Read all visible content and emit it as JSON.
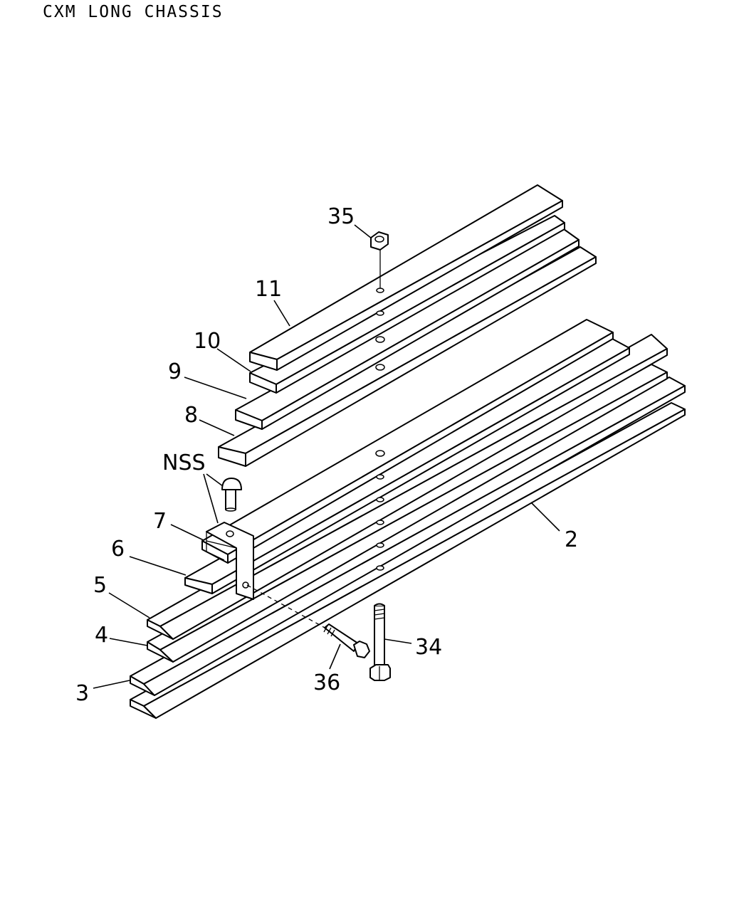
{
  "title": "CXM LONG CHASSIS",
  "callouts": {
    "c35": "35",
    "c11": "11",
    "c10": "10",
    "c9": "9",
    "c8": "8",
    "cNSS": "NSS",
    "c7": "7",
    "c6": "6",
    "c5": "5",
    "c4": "4",
    "c3": "3",
    "c2": "2",
    "c34": "34",
    "c36": "36"
  }
}
